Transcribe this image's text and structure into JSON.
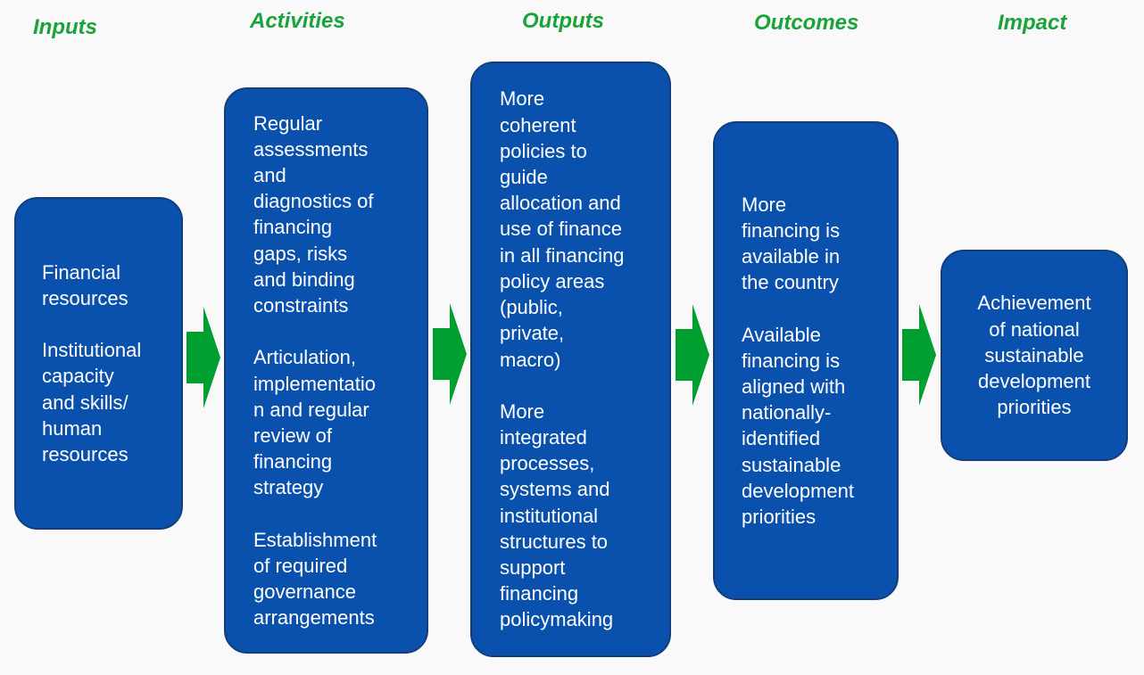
{
  "headers": [
    "Inputs",
    "Activities",
    "Outputs",
    "Outcomes",
    "Impact"
  ],
  "boxes": [
    {
      "paragraphs": [
        [
          "Financial",
          "resources"
        ],
        [
          "Institutional",
          "capacity",
          "and skills/",
          "human",
          "resources"
        ]
      ]
    },
    {
      "paragraphs": [
        [
          "Regular",
          "assessments",
          "and",
          "diagnostics of",
          "financing",
          "gaps, risks",
          "and binding",
          "constraints"
        ],
        [
          "Articulation,",
          "implementatio",
          "n and regular",
          "review of",
          "financing",
          "strategy"
        ],
        [
          "Establishment",
          "of required",
          "governance",
          "arrangements"
        ]
      ]
    },
    {
      "paragraphs": [
        [
          "More",
          "coherent",
          "policies to",
          "guide",
          "allocation and",
          "use of finance",
          "in all financing",
          "policy areas",
          "(public,",
          "private,",
          "macro)"
        ],
        [
          "More",
          "integrated",
          "processes,",
          "systems and",
          "institutional",
          "structures to",
          "support",
          "financing",
          "policymaking"
        ]
      ]
    },
    {
      "paragraphs": [
        [
          "More",
          "financing is",
          "available in",
          "the country"
        ],
        [
          "Available",
          "financing is",
          "aligned with",
          "nationally-",
          "identified",
          "sustainable",
          "development",
          "priorities"
        ]
      ]
    },
    {
      "paragraphs": [
        [
          "Achievement",
          "of national",
          "sustainable",
          "development",
          "priorities"
        ]
      ]
    }
  ],
  "colors": {
    "box": "#0a50ad",
    "header": "#1aa33a",
    "arrow": "#00a030"
  }
}
